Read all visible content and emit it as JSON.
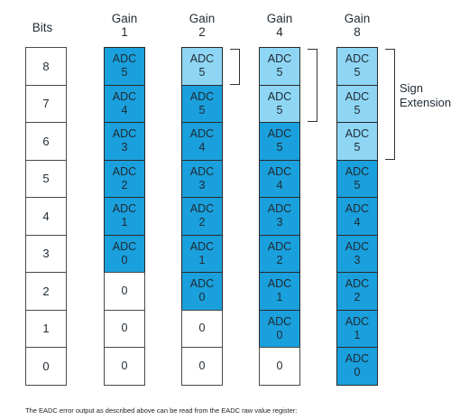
{
  "headers": {
    "bits": "Bits",
    "gain_label": "Gain",
    "gains": [
      "1",
      "2",
      "4",
      "8"
    ]
  },
  "bit_labels": [
    "8",
    "7",
    "6",
    "5",
    "4",
    "3",
    "2",
    "1",
    "0"
  ],
  "adc_label": "ADC",
  "columns": [
    {
      "gain": "1",
      "cells": [
        {
          "v": "5",
          "t": "dark"
        },
        {
          "v": "4",
          "t": "dark"
        },
        {
          "v": "3",
          "t": "dark"
        },
        {
          "v": "2",
          "t": "dark"
        },
        {
          "v": "1",
          "t": "dark"
        },
        {
          "v": "0",
          "t": "dark"
        },
        {
          "v": "0",
          "t": "zero"
        },
        {
          "v": "0",
          "t": "zero"
        },
        {
          "v": "0",
          "t": "zero"
        }
      ]
    },
    {
      "gain": "2",
      "cells": [
        {
          "v": "5",
          "t": "light"
        },
        {
          "v": "5",
          "t": "dark"
        },
        {
          "v": "4",
          "t": "dark"
        },
        {
          "v": "3",
          "t": "dark"
        },
        {
          "v": "2",
          "t": "dark"
        },
        {
          "v": "1",
          "t": "dark"
        },
        {
          "v": "0",
          "t": "dark"
        },
        {
          "v": "0",
          "t": "zero"
        },
        {
          "v": "0",
          "t": "zero"
        }
      ]
    },
    {
      "gain": "4",
      "cells": [
        {
          "v": "5",
          "t": "light"
        },
        {
          "v": "5",
          "t": "light"
        },
        {
          "v": "5",
          "t": "dark"
        },
        {
          "v": "4",
          "t": "dark"
        },
        {
          "v": "3",
          "t": "dark"
        },
        {
          "v": "2",
          "t": "dark"
        },
        {
          "v": "1",
          "t": "dark"
        },
        {
          "v": "0",
          "t": "dark"
        },
        {
          "v": "0",
          "t": "zero"
        }
      ]
    },
    {
      "gain": "8",
      "cells": [
        {
          "v": "5",
          "t": "light"
        },
        {
          "v": "5",
          "t": "light"
        },
        {
          "v": "5",
          "t": "light"
        },
        {
          "v": "5",
          "t": "dark"
        },
        {
          "v": "4",
          "t": "dark"
        },
        {
          "v": "3",
          "t": "dark"
        },
        {
          "v": "2",
          "t": "dark"
        },
        {
          "v": "1",
          "t": "dark"
        },
        {
          "v": "0",
          "t": "dark"
        }
      ]
    }
  ],
  "sign_extension": [
    "Sign",
    "Extension"
  ],
  "footnote": "The EADC error output as described above can be read from the EADC raw value register:",
  "colors": {
    "adc_dark": "#1aa0dc",
    "adc_light": "#8ed6f4",
    "zero": "#ffffff",
    "border": "#2a2a2a"
  }
}
